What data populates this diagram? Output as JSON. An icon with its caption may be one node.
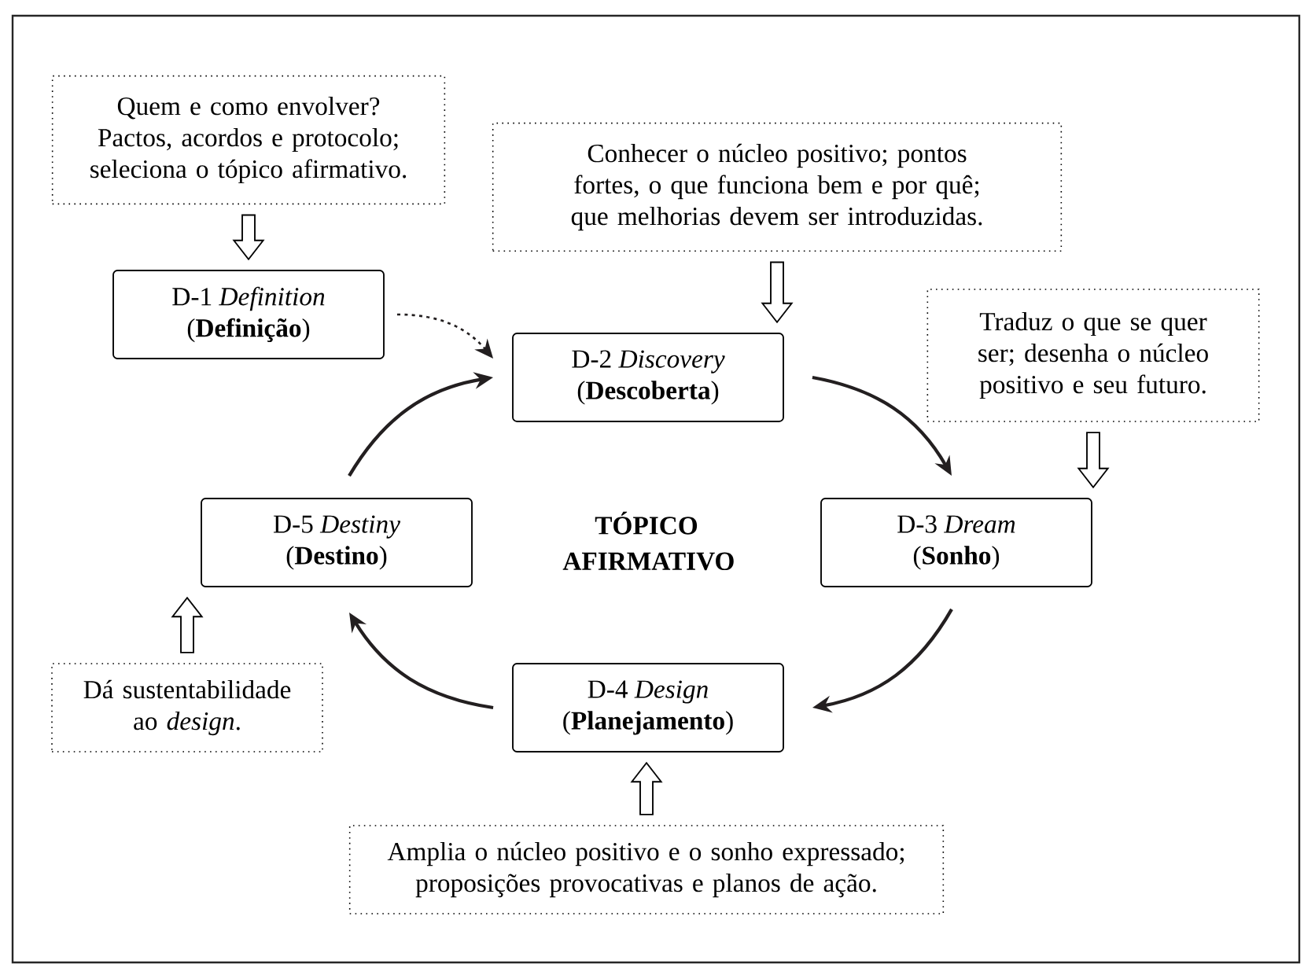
{
  "diagram": {
    "nodes": [
      {
        "text": [
          "Quem e como envolver? Pactos, acordos e protocolo; seleciona o tópico afirmativo."
        ]
      },
      {
        "text": [
          "Conhecer o núcleo positivo; pontos fortes, o que funciona bem e por quê; que melhorias devem ser introduzidas."
        ]
      },
      {
        "text": [
          "D-1 *Definition*",
          "(**Definição**)"
        ]
      },
      {
        "text": [
          "D-2 *Discovery*",
          "(**Descoberta**)"
        ]
      },
      {
        "text": [
          "Traduz o que se quer ser; desenha o núcleo positivo e seu futuro."
        ]
      },
      {
        "text": [
          "D-5 *Destiny*",
          "(**Destino**)"
        ]
      },
      {
        "text": [
          "D-3 *Dream*",
          "(**Sonho**)"
        ]
      },
      {
        "text": [
          "Dá sustentabilidade ao *design*."
        ]
      },
      {
        "text": [
          "D-4 *Design*",
          "(**Planejamento**)"
        ]
      },
      {
        "text": [
          "Amplia o núcleo positivo e o sonho expressado; proposições provocativas e planos de ação."
        ]
      }
    ],
    "edges": [
      {
        "from": 0,
        "to": 2,
        "arrow": "to"
      },
      {
        "from": 1,
        "to": 3,
        "arrow": "to"
      },
      {
        "from": 4,
        "to": 6,
        "arrow": "to"
      },
      {
        "from": 7,
        "to": 5,
        "arrow": "to"
      },
      {
        "from": 9,
        "to": 8,
        "arrow": "to"
      },
      {
        "from": 2,
        "to": 3,
        "arrow": "to",
        "style": "dashed"
      },
      {
        "from": 3,
        "to": 6,
        "arrow": "to"
      },
      {
        "from": 6,
        "to": 8,
        "arrow": "to"
      },
      {
        "from": 8,
        "to": 5,
        "arrow": "to"
      },
      {
        "from": 5,
        "to": 3,
        "arrow": "to"
      }
    ],
    "labels": [
      "TÓPICO AFIRMATIVO"
    ]
  }
}
